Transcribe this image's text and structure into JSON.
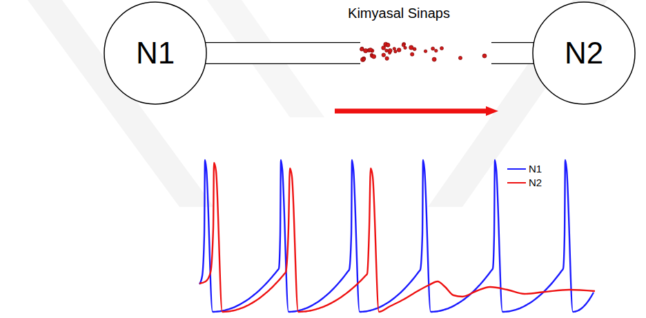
{
  "diagram": {
    "nodes": [
      {
        "text": [
          "N1"
        ]
      },
      {
        "text": [
          "N2"
        ]
      }
    ],
    "edges": [
      {
        "from": 0,
        "to": 1,
        "arrow": "none"
      }
    ],
    "labels": [
      "Kimyasal Sinaps"
    ],
    "legend": [
      {
        "text": "N1"
      },
      {
        "text": "N2"
      }
    ]
  }
}
